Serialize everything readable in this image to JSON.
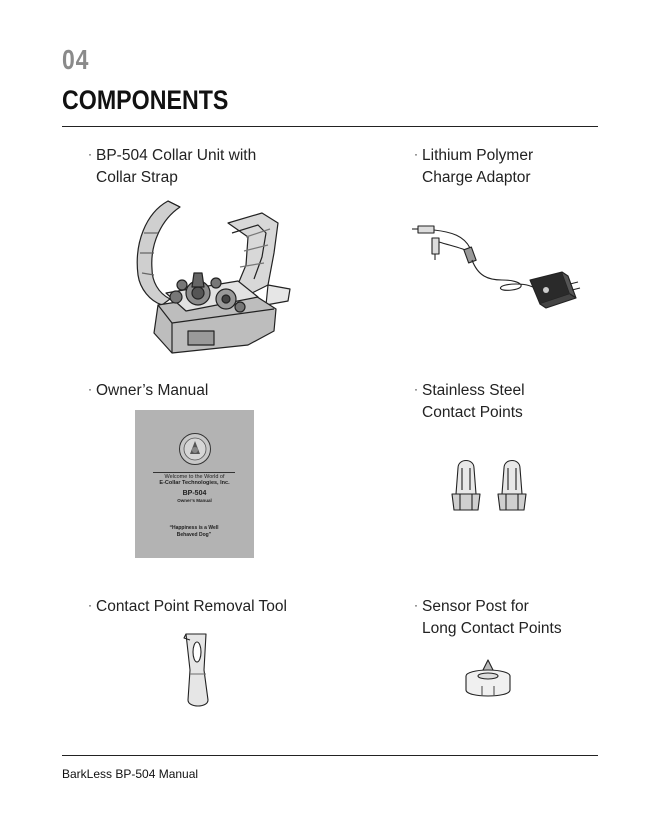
{
  "section": {
    "number": "04",
    "title": "COMPONENTS"
  },
  "items": [
    {
      "bullet": "·",
      "line1": "BP-504 Collar Unit with",
      "line2": "Collar Strap",
      "icon": "collar-unit-illustration"
    },
    {
      "bullet": "·",
      "line1": "Lithium Polymer",
      "line2": "Charge Adaptor",
      "icon": "charge-adaptor-illustration"
    },
    {
      "bullet": "·",
      "line1": "Owner’s Manual",
      "line2": "",
      "icon": "owners-manual-illustration"
    },
    {
      "bullet": "·",
      "line1": "Stainless Steel",
      "line2": "Contact Points",
      "icon": "contact-points-illustration"
    },
    {
      "bullet": "·",
      "line1": "Contact Point Removal Tool",
      "line2": "",
      "icon": "removal-tool-illustration"
    },
    {
      "bullet": "·",
      "line1": "Sensor Post for",
      "line2": "Long Contact Points",
      "icon": "sensor-post-illustration"
    }
  ],
  "manual_cover": {
    "line1": "Welcome to the World of",
    "line2": "E-Collar Technologies, Inc.",
    "line3": "BP-504",
    "line4": "Owner’s Manual",
    "line5": "“Happiness is a Well Behaved Dog”"
  },
  "footer": {
    "text": "BarkLess BP-504 Manual"
  },
  "colors": {
    "section_number": "#8a8a8a",
    "title": "#111111",
    "manual_cover_bg": "#b3b3b3"
  }
}
